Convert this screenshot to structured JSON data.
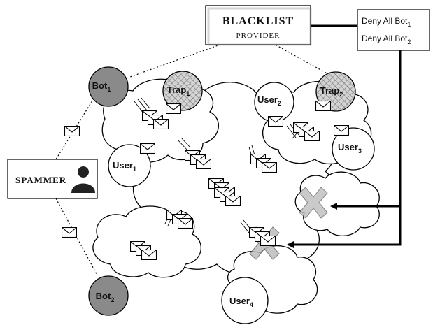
{
  "blacklist": {
    "title": "Blacklist",
    "subtitle": "Provider"
  },
  "rules": [
    {
      "text": "Deny All Bot",
      "sub": "1"
    },
    {
      "text": "Deny All Bot",
      "sub": "2"
    }
  ],
  "spammer": {
    "label": "Spammer"
  },
  "nodes": {
    "bot1": {
      "base": "Bot",
      "sub": "1"
    },
    "bot2": {
      "base": "Bot",
      "sub": "2"
    },
    "trap1": {
      "base": "Trap",
      "sub": "1"
    },
    "trap2": {
      "base": "Trap",
      "sub": "2"
    },
    "user1": {
      "base": "User",
      "sub": "1"
    },
    "user2": {
      "base": "User",
      "sub": "2"
    },
    "user3": {
      "base": "User",
      "sub": "3"
    },
    "user4": {
      "base": "User",
      "sub": "4"
    }
  },
  "colors": {
    "bot": "#8a8a8a",
    "trap": "#c8c8c8",
    "cloud": "#ffffff",
    "line": "#000000",
    "blocked": "#bdbdbd"
  },
  "icons": [
    "envelope-icon",
    "blocked-x-icon",
    "person-icon",
    "arrow-icon"
  ]
}
